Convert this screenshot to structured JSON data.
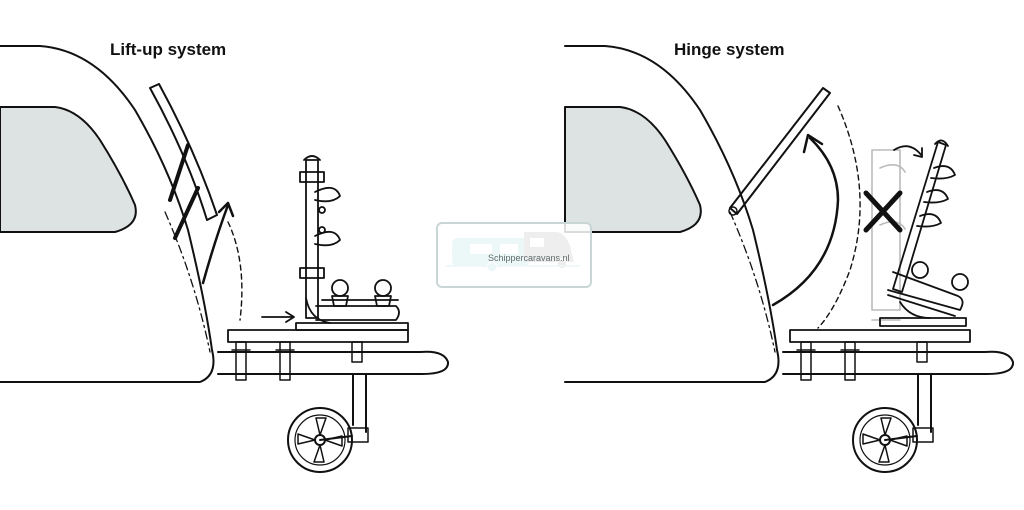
{
  "panels": {
    "left": {
      "title": "Lift-up system"
    },
    "right": {
      "title": "Hinge system"
    }
  },
  "watermark": {
    "text": "Schippercaravans.nl",
    "colors": {
      "caravan": "#7fc6c6",
      "camper": "#8a8a8a"
    }
  },
  "colors": {
    "line": "#111111",
    "window": "#dde3e3",
    "background": "#ffffff",
    "ghost": "#bbbbbb"
  },
  "icons": [
    "arrow-icon",
    "cross-icon",
    "wheel-icon",
    "bike-rack-icon",
    "caravan-logo-icon"
  ]
}
